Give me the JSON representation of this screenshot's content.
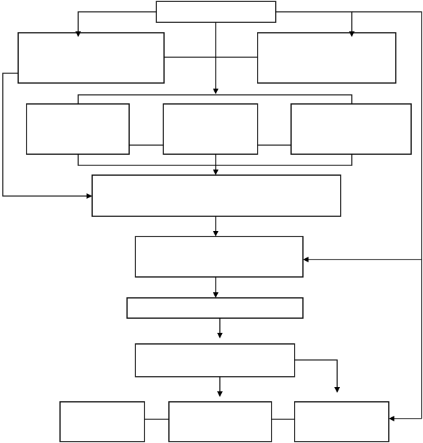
{
  "diagram": {
    "type": "flowchart",
    "text_visible": false,
    "stroke_color": "#000000",
    "background_color": "#ffffff",
    "nodes": [
      {
        "id": "top",
        "text": ""
      },
      {
        "id": "upper-left",
        "text": ""
      },
      {
        "id": "upper-right",
        "text": ""
      },
      {
        "id": "middle-left",
        "text": ""
      },
      {
        "id": "middle-center",
        "text": ""
      },
      {
        "id": "middle-right",
        "text": ""
      },
      {
        "id": "wide-merge",
        "text": ""
      },
      {
        "id": "center-1",
        "text": ""
      },
      {
        "id": "narrow-bar",
        "text": ""
      },
      {
        "id": "center-2",
        "text": ""
      },
      {
        "id": "bottom-left",
        "text": ""
      },
      {
        "id": "bottom-center",
        "text": ""
      },
      {
        "id": "bottom-right",
        "text": ""
      }
    ],
    "edges": [
      {
        "from": "top",
        "to": "upper-left",
        "arrow": true
      },
      {
        "from": "top",
        "to": "upper-right",
        "arrow": true
      },
      {
        "from": "top",
        "to": "middle-center",
        "arrow": true
      },
      {
        "from": "upper-left",
        "to": "upper-right",
        "arrow": false
      },
      {
        "from": "upper-left",
        "to": "wide-merge",
        "arrow": true
      },
      {
        "from": "middle-left",
        "to": "middle-center",
        "arrow": false
      },
      {
        "from": "middle-center",
        "to": "middle-right",
        "arrow": false
      },
      {
        "from": "middle-center",
        "to": "wide-merge",
        "arrow": true
      },
      {
        "from": "wide-merge",
        "to": "center-1",
        "arrow": true
      },
      {
        "from": "top",
        "to": "center-1",
        "arrow": true
      },
      {
        "from": "top",
        "to": "bottom-right",
        "arrow": true
      },
      {
        "from": "center-1",
        "to": "narrow-bar",
        "arrow": true
      },
      {
        "from": "narrow-bar",
        "to": "center-2",
        "arrow": true
      },
      {
        "from": "center-2",
        "to": "bottom-center",
        "arrow": true
      },
      {
        "from": "center-2",
        "to": "bottom-right",
        "arrow": true
      },
      {
        "from": "bottom-left",
        "to": "bottom-center",
        "arrow": false
      },
      {
        "from": "bottom-center",
        "to": "bottom-right",
        "arrow": false
      }
    ]
  }
}
